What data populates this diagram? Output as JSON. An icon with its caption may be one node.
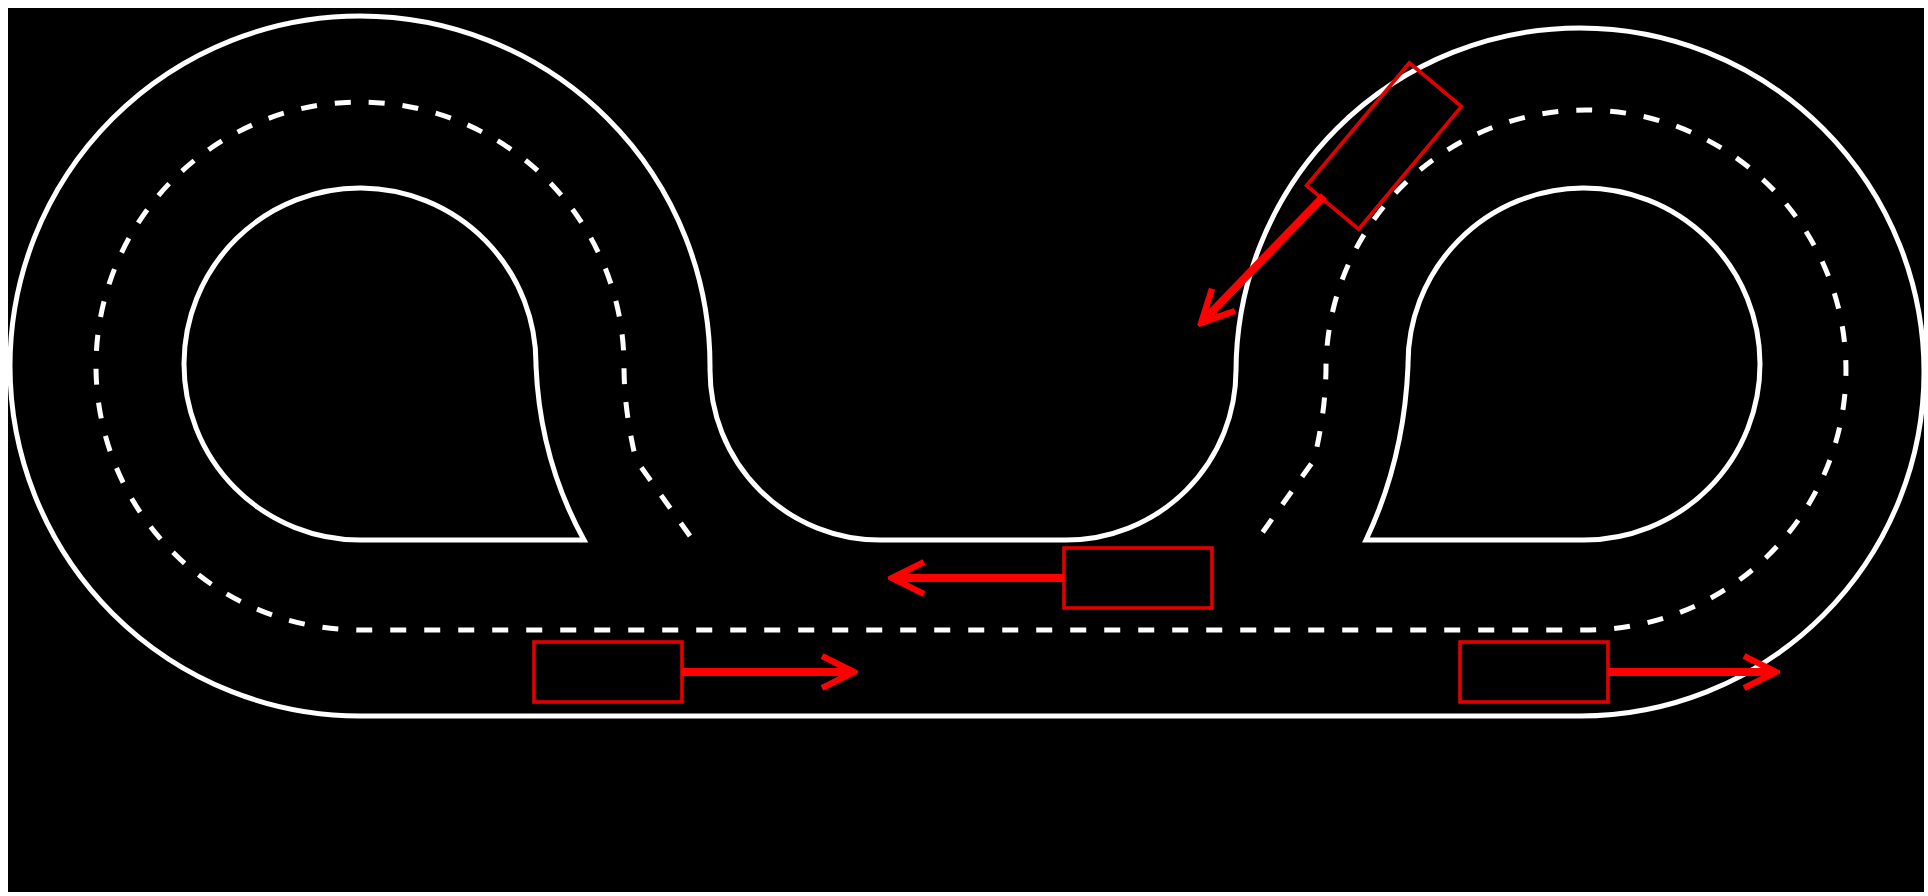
{
  "diagram": {
    "nodes": [
      {
        "text": [],
        "shape": "box"
      },
      {
        "text": [],
        "shape": "box"
      },
      {
        "text": [],
        "shape": "box"
      },
      {
        "text": [],
        "shape": "box"
      }
    ],
    "edges": [
      {
        "from": 0,
        "to": null,
        "arrow": "to"
      },
      {
        "from": 1,
        "to": null,
        "arrow": "to"
      },
      {
        "from": 2,
        "to": null,
        "arrow": "to"
      },
      {
        "from": 3,
        "to": null,
        "arrow": "to"
      }
    ]
  }
}
